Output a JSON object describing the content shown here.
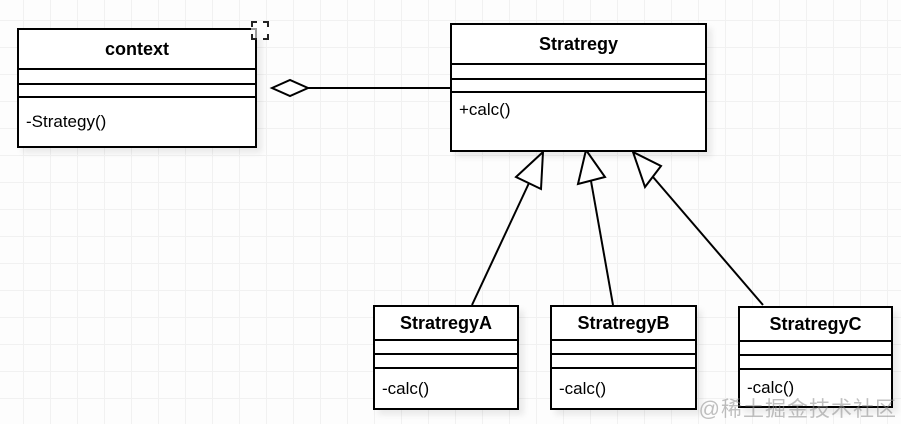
{
  "diagram": {
    "type": "uml-class-diagram",
    "pattern": "Strategy pattern",
    "classes": [
      {
        "id": "context",
        "name": "context",
        "attributes": [],
        "methods": [
          "-Strategy()"
        ]
      },
      {
        "id": "strategy",
        "name": "Stratregy",
        "attributes": [],
        "methods": [
          "+calc()"
        ]
      },
      {
        "id": "strategyA",
        "name": "StratregyA",
        "attributes": [],
        "methods": [
          "-calc()"
        ]
      },
      {
        "id": "strategyB",
        "name": "StratregyB",
        "attributes": [],
        "methods": [
          "-calc()"
        ]
      },
      {
        "id": "strategyC",
        "name": "StratregyC",
        "attributes": [],
        "methods": [
          "-calc()"
        ]
      }
    ],
    "relationships": [
      {
        "from": "context",
        "to": "Stratregy",
        "type": "aggregation",
        "marker": "hollow-diamond"
      },
      {
        "from": "StratregyA",
        "to": "Stratregy",
        "type": "inheritance",
        "marker": "hollow-triangle"
      },
      {
        "from": "StratregyB",
        "to": "Stratregy",
        "type": "inheritance",
        "marker": "hollow-triangle"
      },
      {
        "from": "StratregyC",
        "to": "Stratregy",
        "type": "inheritance",
        "marker": "hollow-triangle"
      }
    ],
    "watermark": "@稀土掘金技术社区",
    "colors": {
      "line": "#000000",
      "box_fill": "#ffffff",
      "background": "#fdfdfd",
      "grid": "#f1f1f1",
      "watermark": "#8c8c8c"
    }
  }
}
